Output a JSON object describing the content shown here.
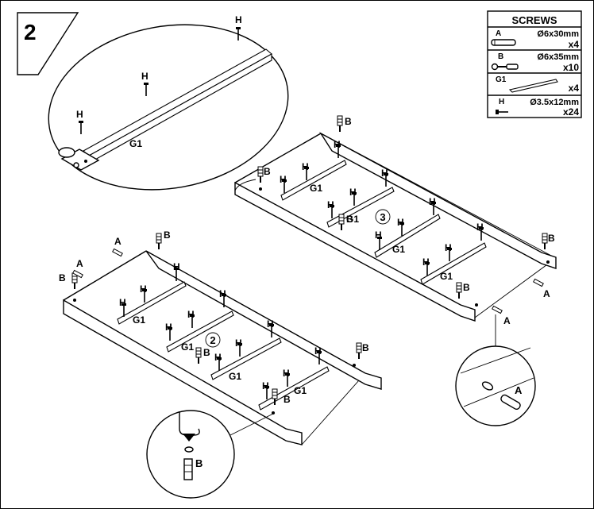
{
  "step": {
    "number": "2"
  },
  "legend": {
    "title": "SCREWS",
    "rows": [
      {
        "letter": "A",
        "size": "Ø6x30mm",
        "qty": "x4",
        "icon": "dowel-icon"
      },
      {
        "letter": "B",
        "size": "Ø6x35mm",
        "qty": "x10",
        "icon": "cam-bolt-icon"
      },
      {
        "letter": "G1",
        "size": "",
        "qty": "x4",
        "icon": "metal-rail-icon"
      },
      {
        "letter": "H",
        "size": "Ø3.5x12mm",
        "qty": "x24",
        "icon": "wood-screw-icon"
      }
    ]
  },
  "sub_steps": {
    "frame_left": "2",
    "frame_right": "3"
  },
  "part_labels": {
    "A": "A",
    "B": "B",
    "H": "H",
    "G1": "G1"
  }
}
